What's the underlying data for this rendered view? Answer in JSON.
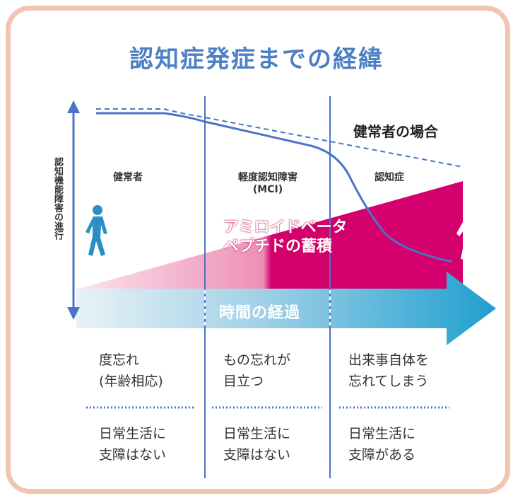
{
  "title": "認知症発症までの経緯",
  "y_axis_label": "認知機能障害の進行",
  "healthy_case_label": "健常者の場合",
  "stages": [
    {
      "label_line1": "健常者",
      "label_line2": ""
    },
    {
      "label_line1": "軽度認知障害",
      "label_line2": "(MCI)"
    },
    {
      "label_line1": "認知症",
      "label_line2": ""
    }
  ],
  "amyloid_label": {
    "line1": "アミロイドベータ",
    "line2": "ペプチドの蓄積"
  },
  "time_label": "時間の経過",
  "forgetfulness": [
    {
      "line1": "度忘れ",
      "line2": "(年齢相応)"
    },
    {
      "line1": "もの忘れが",
      "line2": "目立つ"
    },
    {
      "line1": "出来事自体を",
      "line2": "忘れてしまう"
    }
  ],
  "daily_life": [
    {
      "line1": "日常生活に",
      "line2": "支障はない"
    },
    {
      "line1": "日常生活に",
      "line2": "支障はない"
    },
    {
      "line1": "日常生活に",
      "line2": "支障がある"
    }
  ],
  "icons": [
    "person-walking-icon",
    "elderly-person-cane-icon"
  ],
  "colors": {
    "title": "#4c7fc4",
    "curve": "#4a74c6",
    "amyloid": "#d4006e",
    "arrow": "#2aa0d0",
    "border": "#f2c4b2"
  }
}
